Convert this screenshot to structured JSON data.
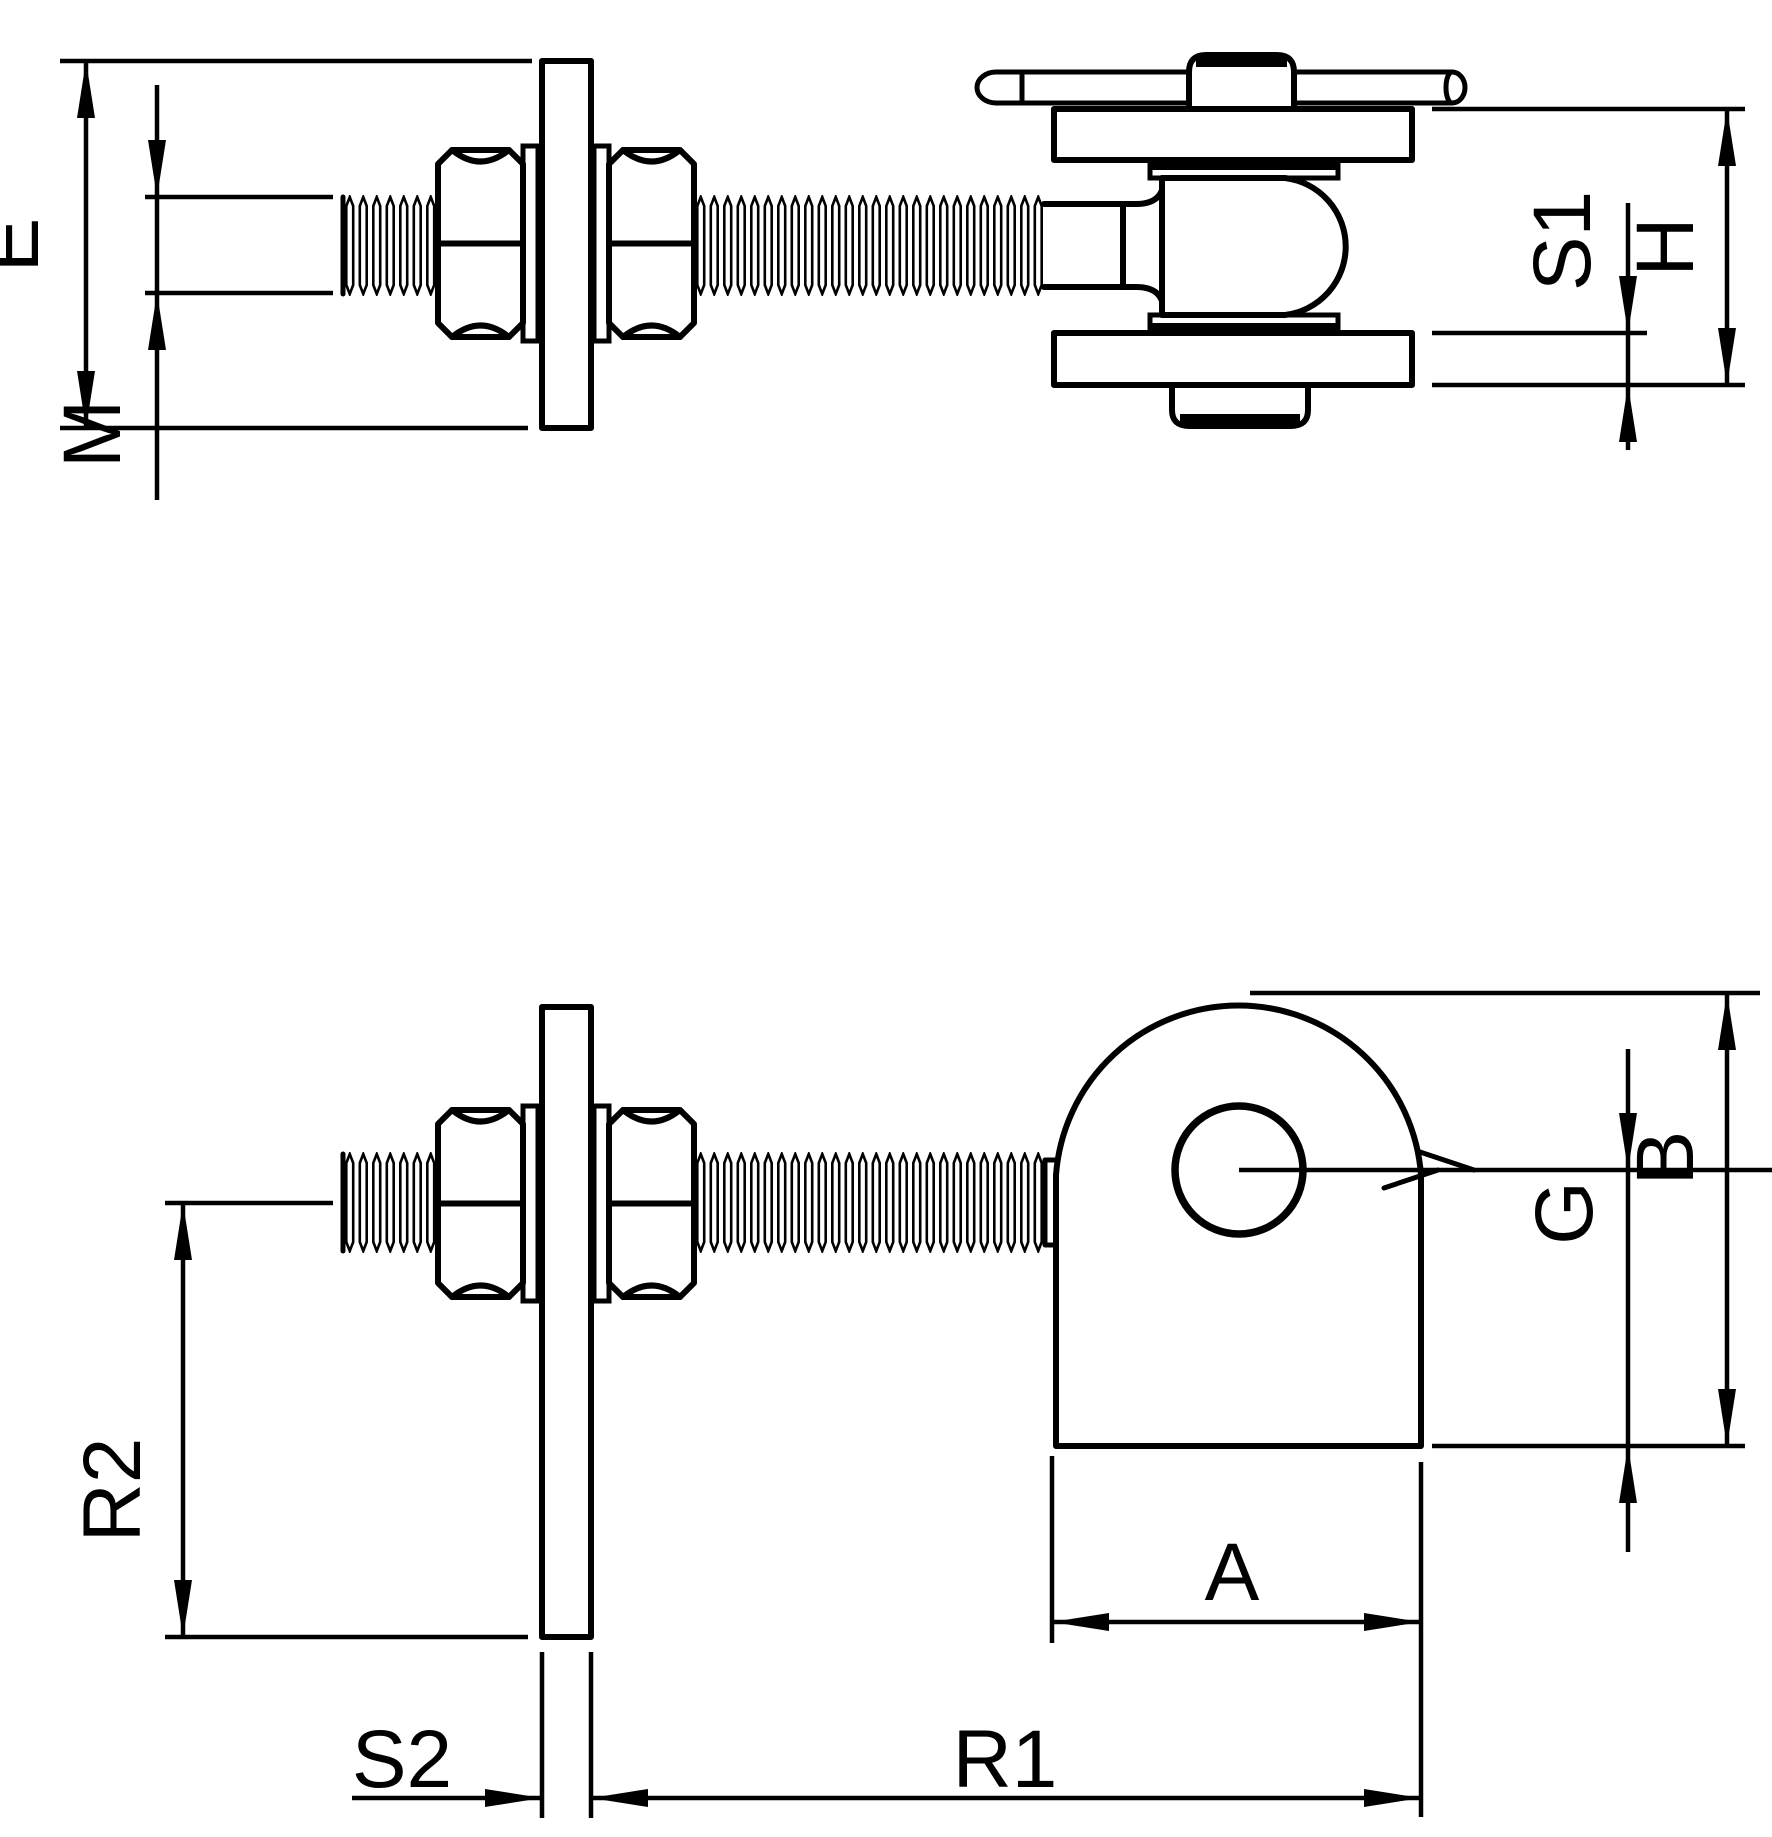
{
  "drawing": {
    "background": "#ffffff",
    "line_color": "#000000",
    "views": [
      {
        "id": "top-view",
        "dimension_labels": [
          "E",
          "M",
          "S1",
          "H"
        ]
      },
      {
        "id": "bottom-view",
        "dimension_labels": [
          "R2",
          "S2",
          "R1",
          "A",
          "G",
          "B"
        ]
      }
    ]
  },
  "labels": {
    "e": "E",
    "m": "M",
    "s1": "S1",
    "h": "H",
    "r2": "R2",
    "s2": "S2",
    "r1": "R1",
    "a": "A",
    "g": "G",
    "b": "B"
  }
}
